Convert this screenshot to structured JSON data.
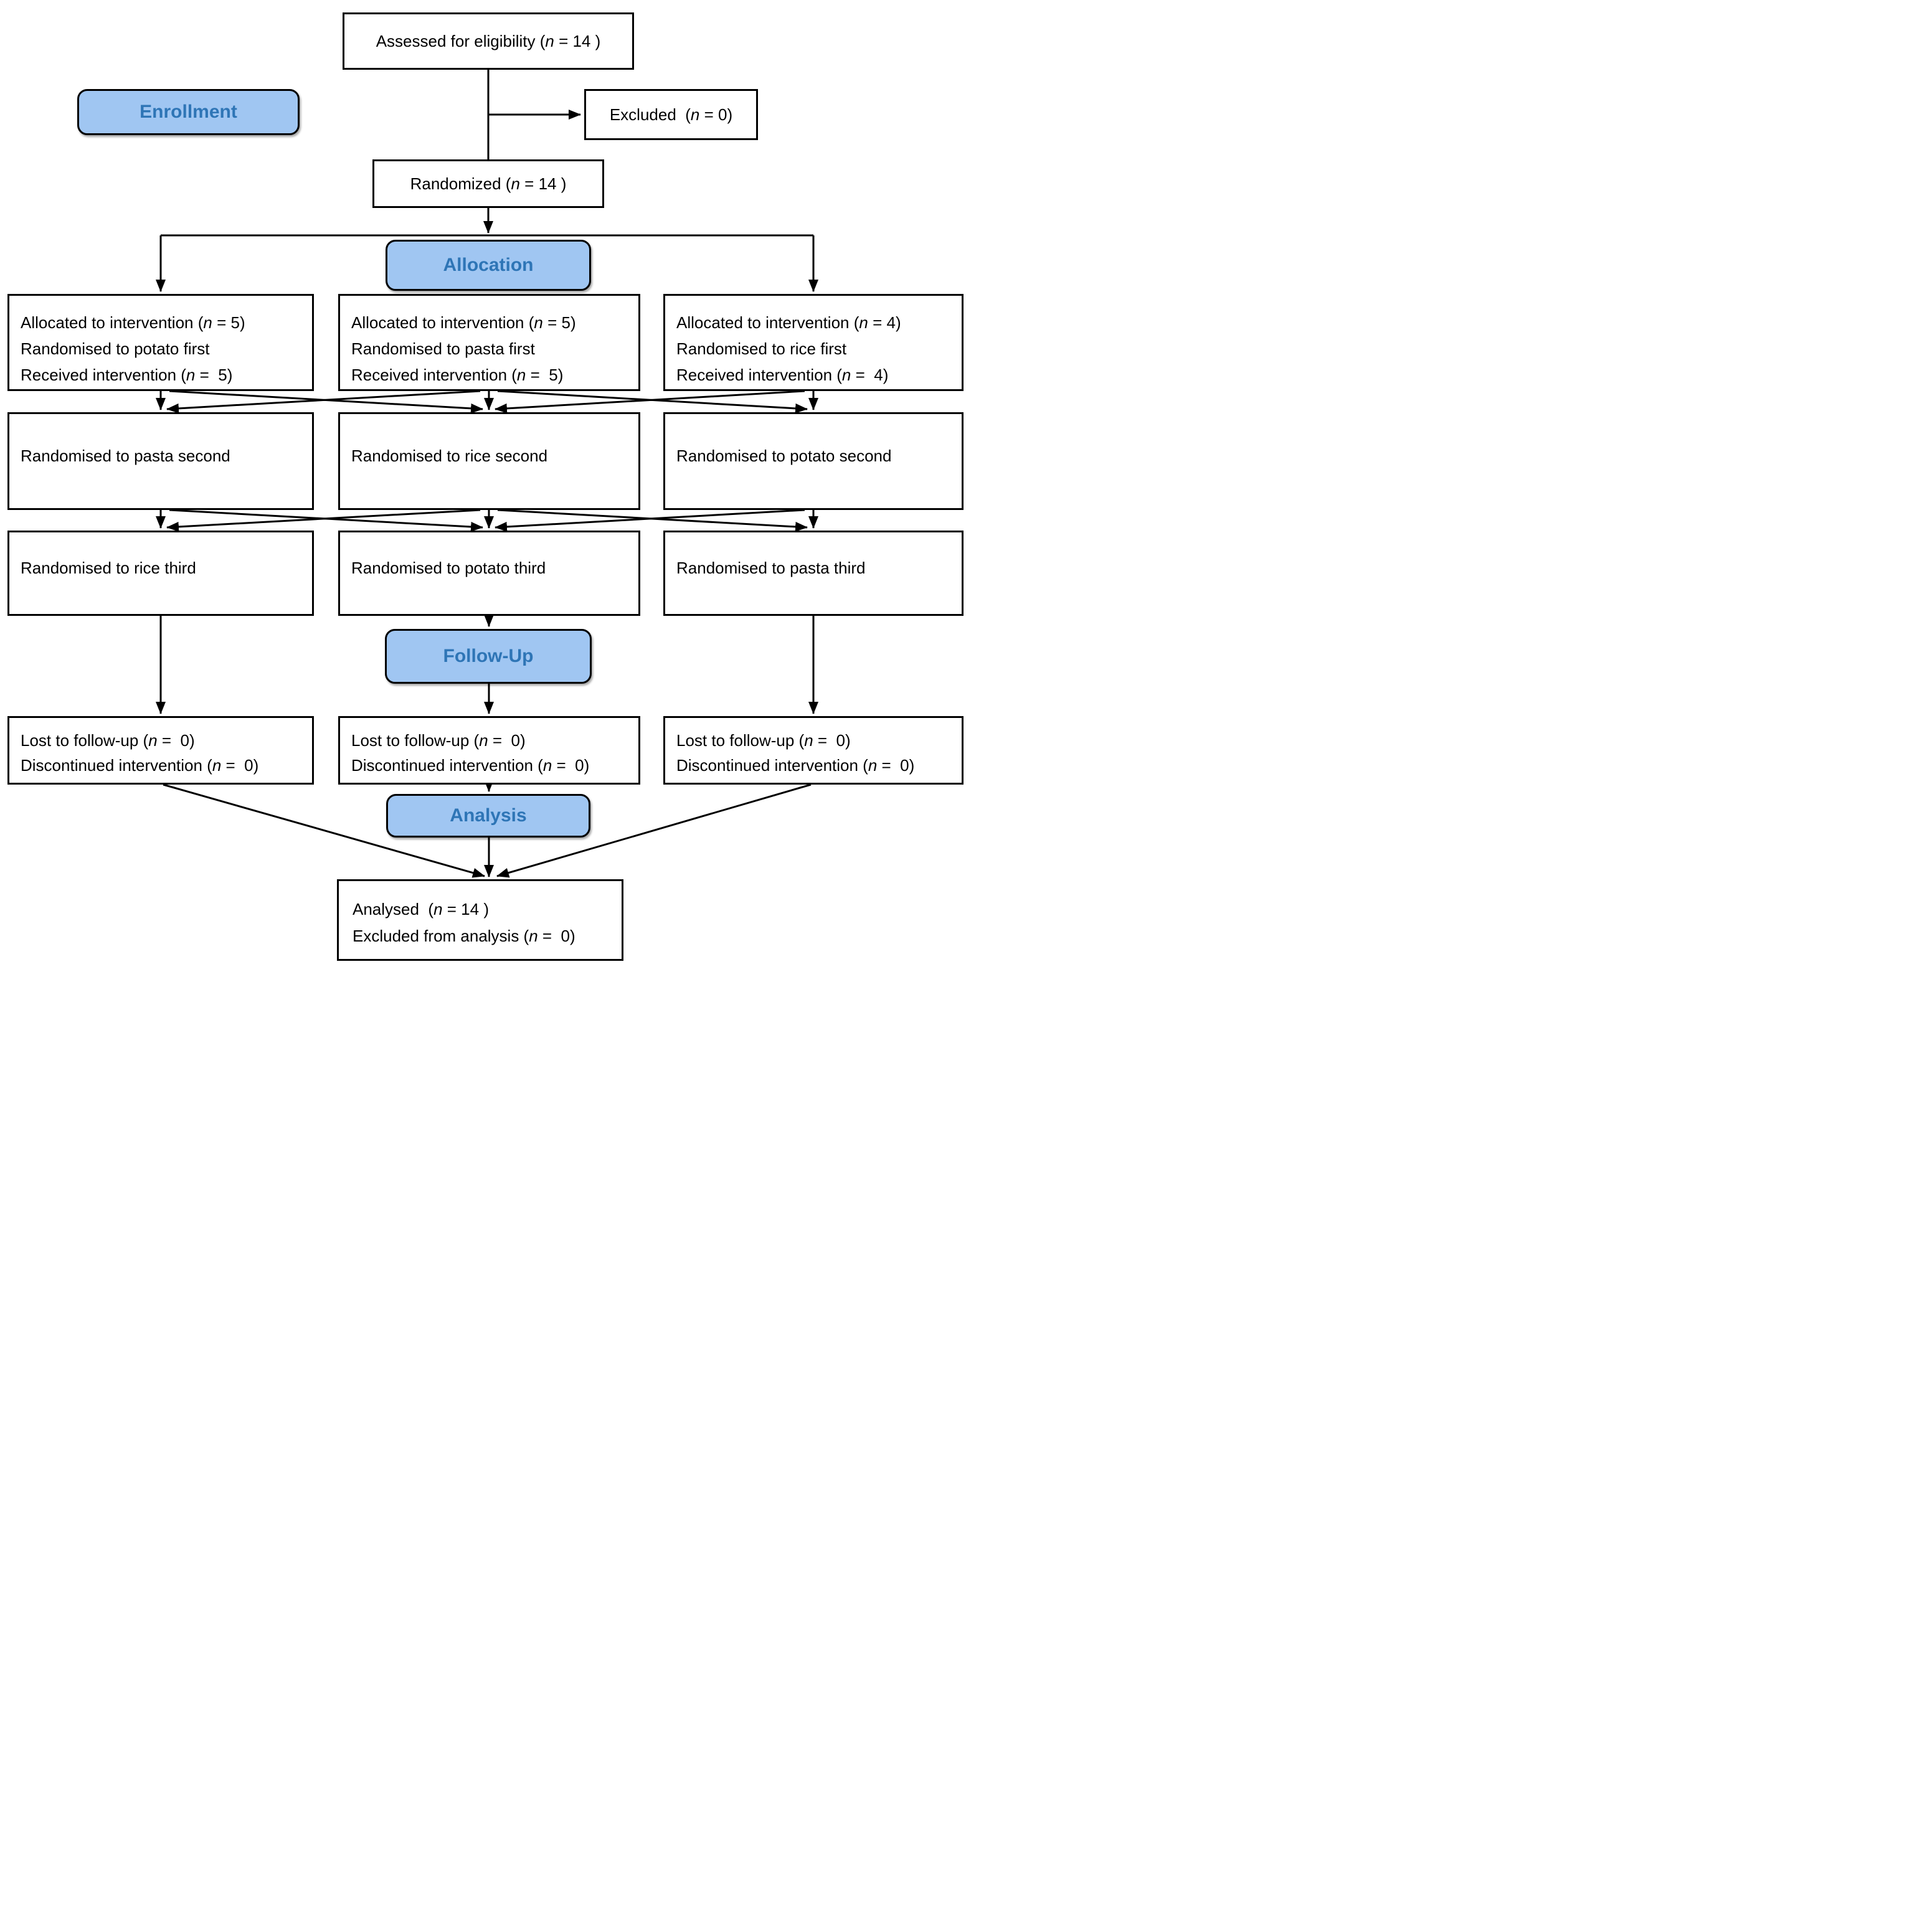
{
  "colors": {
    "label_fill": "#A0C6F2",
    "label_text": "#2E75B6",
    "box_border": "#000000",
    "arrow": "#000000"
  },
  "enrollment": {
    "assessed": "Assessed for eligibility (*n* = 14 )",
    "section_label": "Enrollment",
    "excluded": "Excluded  (*n* = 0)",
    "randomized": "Randomized (*n* = 14 )"
  },
  "allocation": {
    "section_label": "Allocation",
    "columns": [
      {
        "first": [
          "Allocated to intervention (*n* = 5)",
          "Randomised to potato first",
          "Received intervention (*n* =  5)"
        ],
        "second": "Randomised to pasta second",
        "third": "Randomised to rice third"
      },
      {
        "first": [
          "Allocated to intervention (*n* = 5)",
          "Randomised to pasta first",
          "Received intervention (*n* =  5)"
        ],
        "second": "Randomised to rice second",
        "third": "Randomised to potato third"
      },
      {
        "first": [
          "Allocated to intervention (*n* = 4)",
          "Randomised to rice first",
          "Received intervention (*n* =  4)"
        ],
        "second": "Randomised to potato second",
        "third": "Randomised to pasta third"
      }
    ]
  },
  "follow_up": {
    "section_label": "Follow-Up",
    "columns": [
      {
        "lines": [
          "Lost to follow-up (*n* =  0)",
          "Discontinued intervention (*n* =  0)"
        ]
      },
      {
        "lines": [
          "Lost to follow-up (*n* =  0)",
          "Discontinued intervention (*n* =  0)"
        ]
      },
      {
        "lines": [
          "Lost to follow-up (*n* =  0)",
          "Discontinued intervention (*n* =  0)"
        ]
      }
    ]
  },
  "analysis": {
    "section_label": "Analysis",
    "final": [
      "Analysed  (*n* = 14 )",
      "Excluded from analysis (*n* =  0)"
    ]
  }
}
